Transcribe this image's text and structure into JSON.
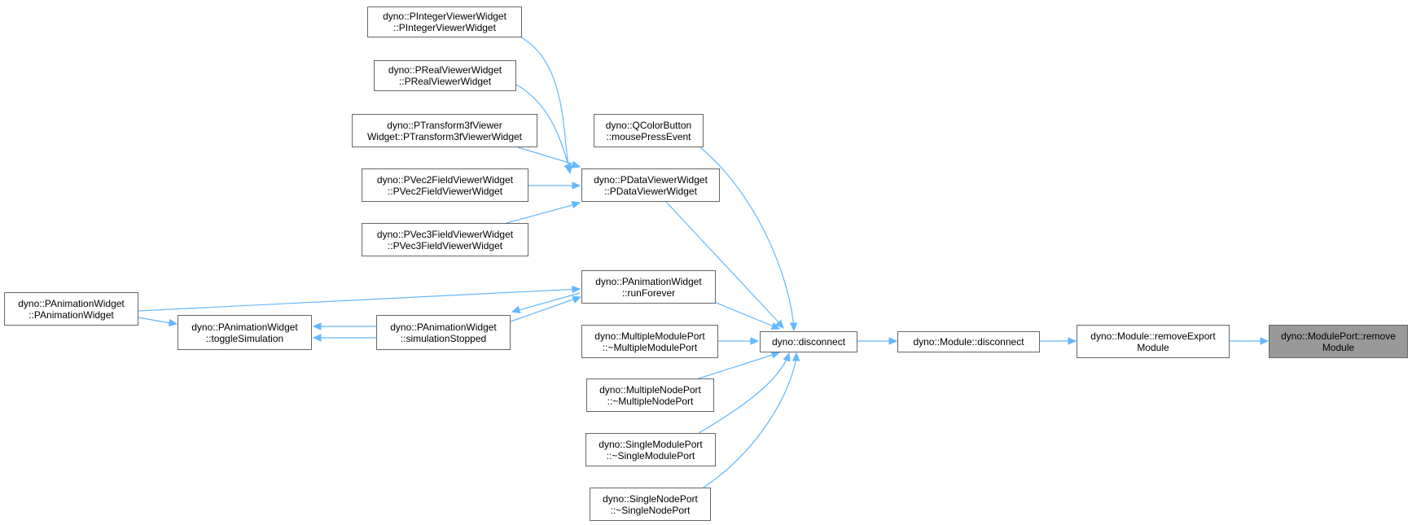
{
  "graph": {
    "nodes": [
      {
        "id": "n0",
        "line1": "dyno::PIntegerViewerWidget",
        "line2": "::PIntegerViewerWidget"
      },
      {
        "id": "n1",
        "line1": "dyno::PRealViewerWidget",
        "line2": "::PRealViewerWidget"
      },
      {
        "id": "n2",
        "line1": "dyno::PTransform3fViewer",
        "line2": "Widget::PTransform3fViewerWidget"
      },
      {
        "id": "n3",
        "line1": "dyno::PVec2FieldViewerWidget",
        "line2": "::PVec2FieldViewerWidget"
      },
      {
        "id": "n4",
        "line1": "dyno::PVec3FieldViewerWidget",
        "line2": "::PVec3FieldViewerWidget"
      },
      {
        "id": "n5",
        "line1": "dyno::QColorButton",
        "line2": "::mousePressEvent"
      },
      {
        "id": "n6",
        "line1": "dyno::PDataViewerWidget",
        "line2": "::PDataViewerWidget"
      },
      {
        "id": "n7",
        "line1": "dyno::PAnimationWidget",
        "line2": "::PAnimationWidget"
      },
      {
        "id": "n8",
        "line1": "dyno::PAnimationWidget",
        "line2": "::runForever"
      },
      {
        "id": "n9",
        "line1": "dyno::PAnimationWidget",
        "line2": "::toggleSimulation"
      },
      {
        "id": "n10",
        "line1": "dyno::PAnimationWidget",
        "line2": "::simulationStopped"
      },
      {
        "id": "n11",
        "line1": "dyno::MultipleModulePort",
        "line2": "::~MultipleModulePort"
      },
      {
        "id": "n12",
        "line1": "dyno::disconnect",
        "line2": ""
      },
      {
        "id": "n13",
        "line1": "dyno::Module::disconnect",
        "line2": ""
      },
      {
        "id": "n14",
        "line1": "dyno::Module::removeExport",
        "line2": "Module"
      },
      {
        "id": "n15",
        "line1": "dyno::ModulePort::remove",
        "line2": "Module",
        "current": true
      },
      {
        "id": "n16",
        "line1": "dyno::MultipleNodePort",
        "line2": "::~MultipleNodePort"
      },
      {
        "id": "n17",
        "line1": "dyno::SingleModulePort",
        "line2": "::~SingleModulePort"
      },
      {
        "id": "n18",
        "line1": "dyno::SingleNodePort",
        "line2": "::~SingleNodePort"
      }
    ]
  },
  "colors": {
    "edge": "#63b8ff",
    "node_border": "#666666",
    "current_fill": "#999999"
  }
}
